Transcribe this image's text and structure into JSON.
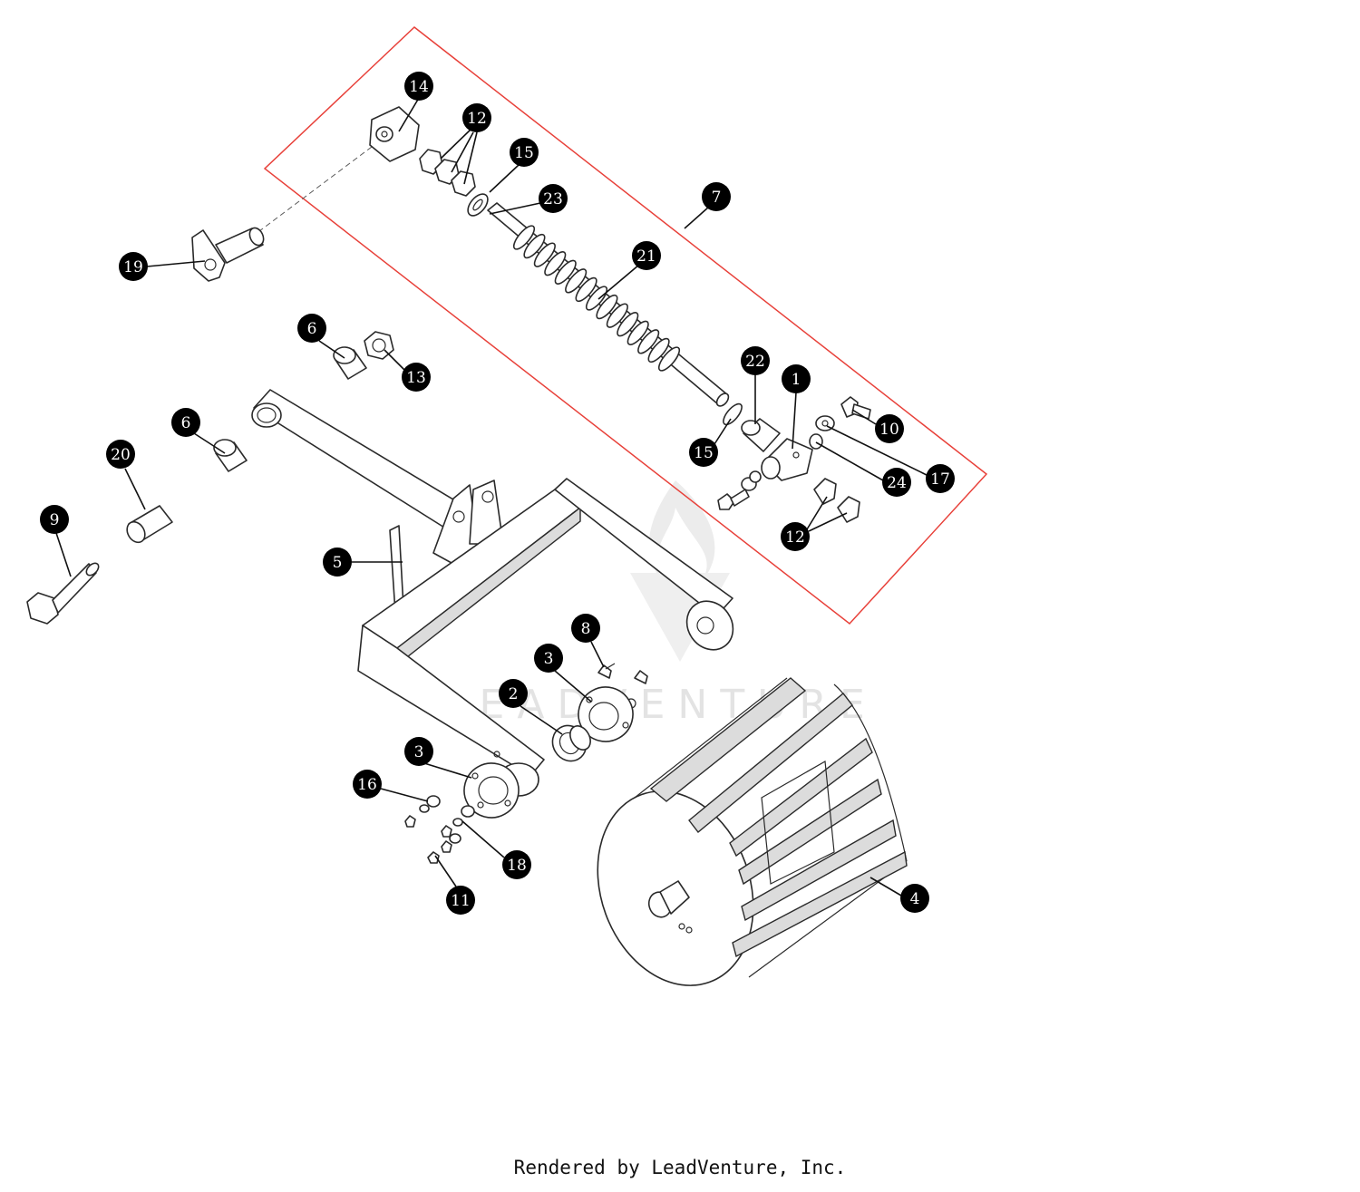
{
  "footer": {
    "text": "Rendered by LeadVenture, Inc."
  },
  "watermark": {
    "text": "LEADVENTURE",
    "color": "#e3e3e3"
  },
  "kit_boundary_color": "#e8413a",
  "callouts": [
    {
      "label": "14"
    },
    {
      "label": "12"
    },
    {
      "label": "15"
    },
    {
      "label": "23"
    },
    {
      "label": "7"
    },
    {
      "label": "21"
    },
    {
      "label": "19"
    },
    {
      "label": "6"
    },
    {
      "label": "13"
    },
    {
      "label": "22"
    },
    {
      "label": "1"
    },
    {
      "label": "10"
    },
    {
      "label": "6"
    },
    {
      "label": "20"
    },
    {
      "label": "15"
    },
    {
      "label": "17"
    },
    {
      "label": "24"
    },
    {
      "label": "9"
    },
    {
      "label": "12"
    },
    {
      "label": "5"
    },
    {
      "label": "8"
    },
    {
      "label": "3"
    },
    {
      "label": "2"
    },
    {
      "label": "3"
    },
    {
      "label": "16"
    },
    {
      "label": "18"
    },
    {
      "label": "11"
    },
    {
      "label": "4"
    }
  ]
}
